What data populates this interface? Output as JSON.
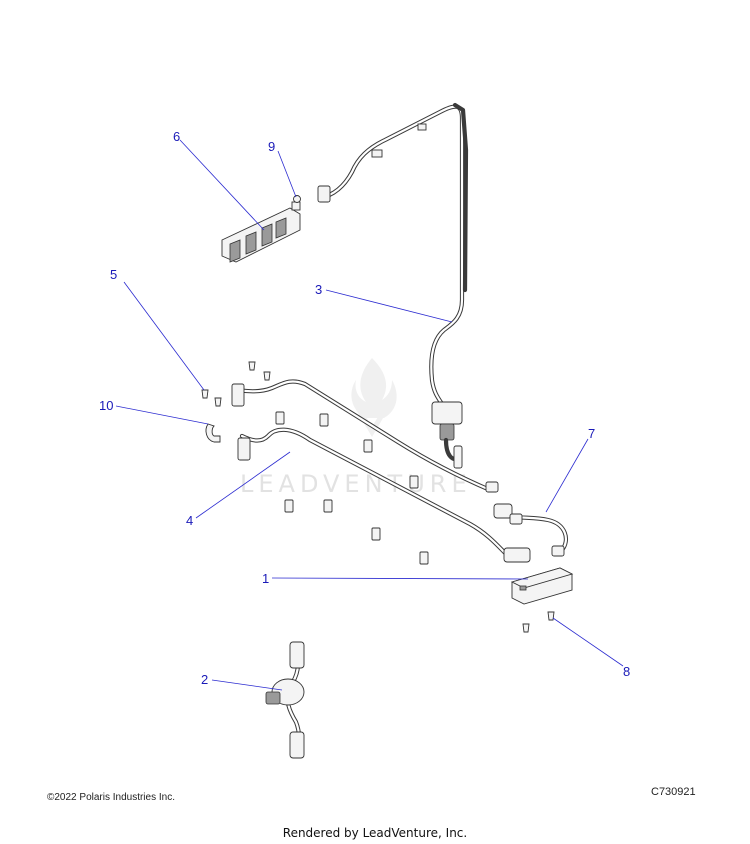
{
  "diagram": {
    "callouts": [
      {
        "id": "c1",
        "label": "1"
      },
      {
        "id": "c2",
        "label": "2"
      },
      {
        "id": "c3",
        "label": "3"
      },
      {
        "id": "c4",
        "label": "4"
      },
      {
        "id": "c5",
        "label": "5"
      },
      {
        "id": "c6",
        "label": "6"
      },
      {
        "id": "c7",
        "label": "7"
      },
      {
        "id": "c8",
        "label": "8"
      },
      {
        "id": "c9",
        "label": "9"
      },
      {
        "id": "c10",
        "label": "10"
      }
    ],
    "watermark": "LEADVENTURE",
    "colors": {
      "callout": "#1a1ab8",
      "line_art": "#333333"
    }
  },
  "footer": {
    "copyright": "©2022 Polaris Industries Inc.",
    "figure_id": "C730921",
    "rendered_by": "Rendered by LeadVenture, Inc."
  }
}
